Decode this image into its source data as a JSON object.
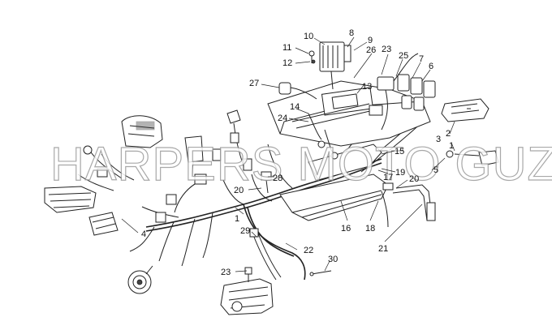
{
  "watermark": "HARPERS MOTO GUZZI©",
  "labels": [
    {
      "id": "p1a",
      "text": "1"
    },
    {
      "id": "p1b",
      "text": "1"
    },
    {
      "id": "p2",
      "text": "2"
    },
    {
      "id": "p3",
      "text": "3"
    },
    {
      "id": "p4",
      "text": "4"
    },
    {
      "id": "p5",
      "text": "5"
    },
    {
      "id": "p6",
      "text": "6"
    },
    {
      "id": "p7",
      "text": "7"
    },
    {
      "id": "p8",
      "text": "8"
    },
    {
      "id": "p9",
      "text": "9"
    },
    {
      "id": "p10",
      "text": "10"
    },
    {
      "id": "p11",
      "text": "11"
    },
    {
      "id": "p12",
      "text": "12"
    },
    {
      "id": "p13",
      "text": "13"
    },
    {
      "id": "p14",
      "text": "14"
    },
    {
      "id": "p15",
      "text": "15"
    },
    {
      "id": "p16",
      "text": "16"
    },
    {
      "id": "p17",
      "text": "17"
    },
    {
      "id": "p18",
      "text": "18"
    },
    {
      "id": "p19",
      "text": "19"
    },
    {
      "id": "p20a",
      "text": "20"
    },
    {
      "id": "p20b",
      "text": "20"
    },
    {
      "id": "p21",
      "text": "21"
    },
    {
      "id": "p22",
      "text": "22"
    },
    {
      "id": "p23a",
      "text": "23"
    },
    {
      "id": "p23b",
      "text": "23"
    },
    {
      "id": "p24",
      "text": "24"
    },
    {
      "id": "p25",
      "text": "25"
    },
    {
      "id": "p26",
      "text": "26"
    },
    {
      "id": "p27",
      "text": "27"
    },
    {
      "id": "p28",
      "text": "28"
    },
    {
      "id": "p29",
      "text": "29"
    },
    {
      "id": "p30",
      "text": "30"
    }
  ],
  "colors": {
    "line": "#222222",
    "background": "#ffffff",
    "watermark_stroke": "#9a9a9a"
  }
}
